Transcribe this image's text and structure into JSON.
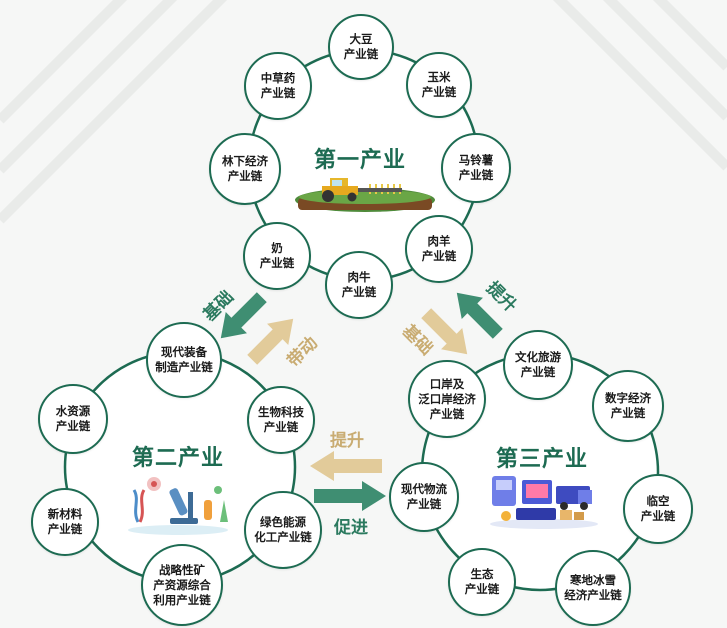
{
  "colors": {
    "ring": "#1d6b52",
    "green_arrow": "#3f8e72",
    "tan_arrow": "#e2cb9a",
    "title": "#1d6b52"
  },
  "primary": {
    "title": "第一产业",
    "nodes": {
      "soybean": "大豆\n产业链",
      "corn": "玉米\n产业链",
      "potato": "马铃薯\n产业链",
      "mutton": "肉羊\n产业链",
      "beef": "肉牛\n产业链",
      "milk": "奶\n产业链",
      "forest": "林下经济\n产业链",
      "herb": "中草药\n产业链"
    }
  },
  "secondary": {
    "title": "第二产业",
    "nodes": {
      "equipment": "现代装备\n制造产业链",
      "bio": "生物科技\n产业链",
      "green_energy": "绿色能源\n化工产业链",
      "mineral": "战略性矿\n产资源综合\n利用产业链",
      "material": "新材料\n产业链",
      "water": "水资源\n产业链"
    }
  },
  "tertiary": {
    "title": "第三产业",
    "nodes": {
      "tourism": "文化旅游\n产业链",
      "digital": "数字经济\n产业链",
      "airport": "临空\n产业链",
      "cold": "寒地冰雪\n经济产业链",
      "eco": "生态\n产业链",
      "logistics": "现代物流\n产业链",
      "port": "口岸及\n泛口岸经济\n产业链"
    }
  },
  "arrows": {
    "p_to_s": "基础",
    "s_to_p": "带动",
    "p_to_t": "基础",
    "t_to_p": "提升",
    "t_to_s": "提升",
    "s_to_t": "促进"
  }
}
